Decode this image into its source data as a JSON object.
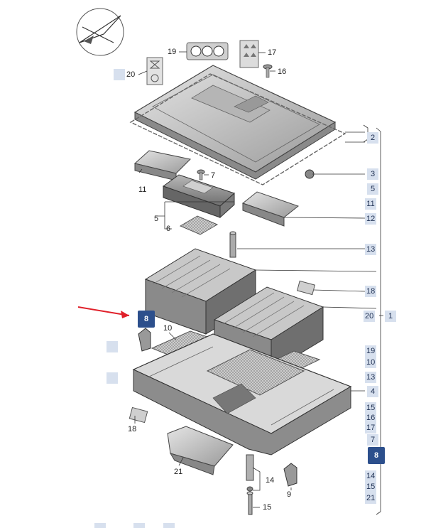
{
  "diagram": {
    "callouts": {
      "c19": "19",
      "c17": "17",
      "c20a": "20",
      "c16": "16",
      "c7a": "7",
      "c11a": "11",
      "c5a": "5",
      "c6": "6",
      "c10a": "10",
      "c18a": "18",
      "c21a": "21",
      "c14a": "14",
      "c15a": "15",
      "c9": "9"
    },
    "side_list": {
      "l2": "2",
      "l3": "3",
      "l5": "5",
      "l11": "11",
      "l12": "12",
      "l13": "13",
      "l18": "18",
      "l20": "20",
      "l1": "1",
      "l19": "19",
      "l10": "10",
      "l13b": "13",
      "l4": "4",
      "l15": "15",
      "l16": "16",
      "l17": "17",
      "l7": "7",
      "l14": "14",
      "l15b": "15",
      "l21": "21"
    },
    "highlighted_part": "8",
    "highlight_color": "#2c4f8c",
    "arrow_color": "#e0202a",
    "chip_color": "#d7e0ee"
  }
}
